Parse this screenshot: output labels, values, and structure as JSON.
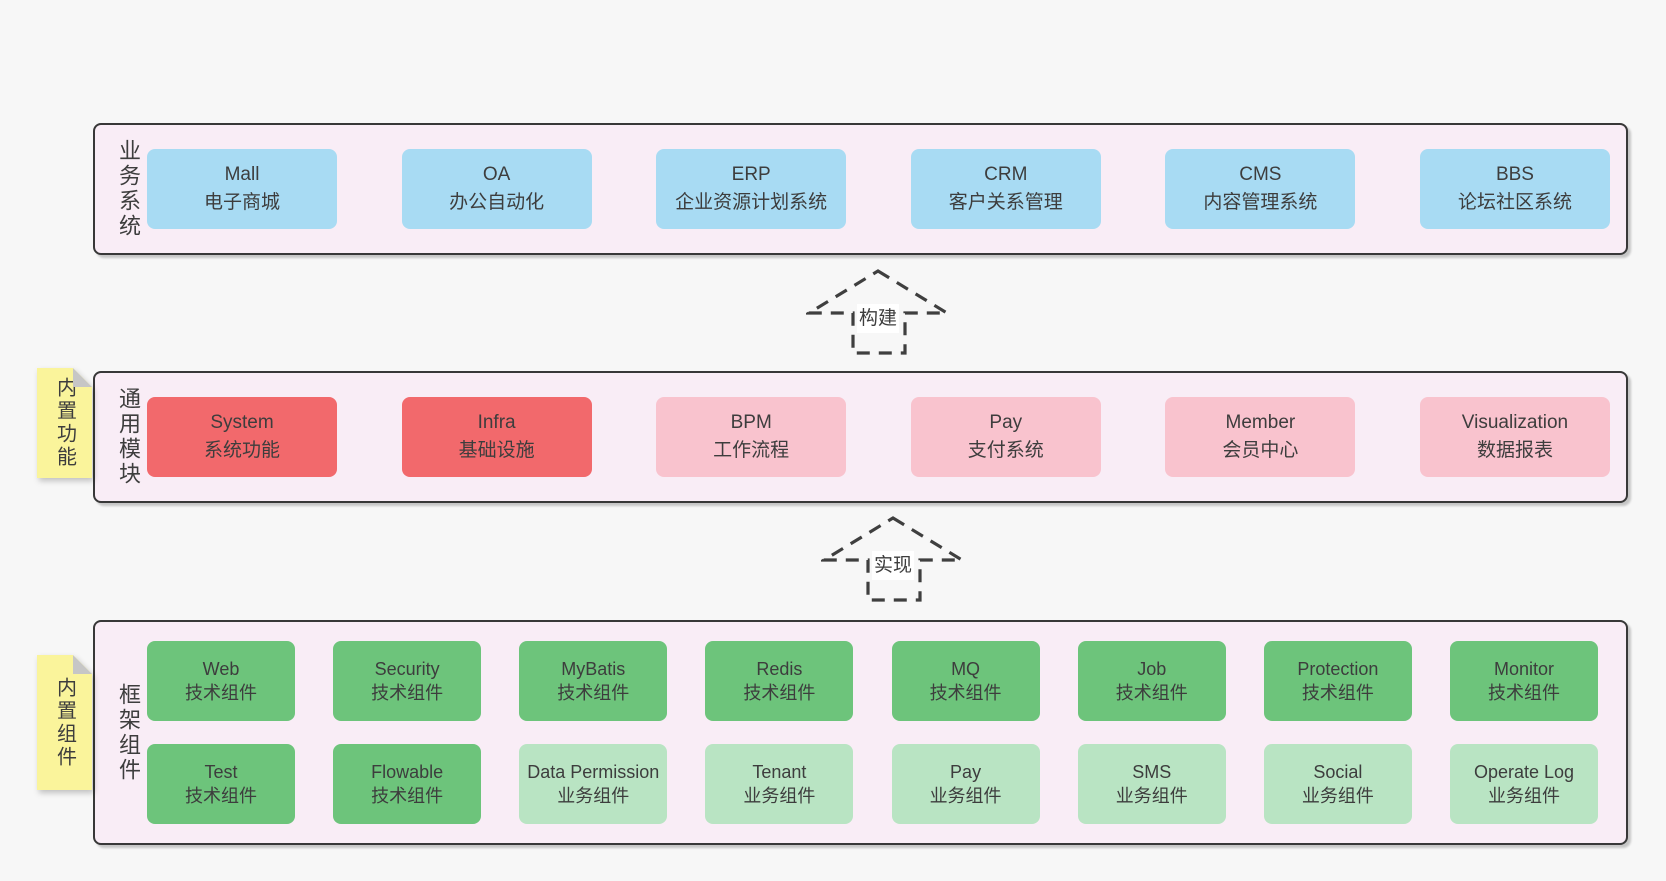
{
  "colors": {
    "pageBg": "#f7f7f7",
    "bandBg": "#f9edf6",
    "bandBorder": "#383838",
    "text": "#3d3d3d",
    "blue": "#a8dbf3",
    "red": "#f2696c",
    "pink": "#f9c3ce",
    "green": "#6dc47b",
    "lgreen": "#b9e4c3",
    "yellow": "#faf49b",
    "fold": "#c6c6c6",
    "arrow": "#3f3f3f"
  },
  "diagram": {
    "bands": [
      {
        "label": "业务系统",
        "rows": [
          [
            {
              "title": "Mall",
              "subtitle": "电子商城",
              "variant": "blue"
            },
            {
              "title": "OA",
              "subtitle": "办公自动化",
              "variant": "blue"
            },
            {
              "title": "ERP",
              "subtitle": "企业资源计划系统",
              "variant": "blue"
            },
            {
              "title": "CRM",
              "subtitle": "客户关系管理",
              "variant": "blue"
            },
            {
              "title": "CMS",
              "subtitle": "内容管理系统",
              "variant": "blue"
            },
            {
              "title": "BBS",
              "subtitle": "论坛社区系统",
              "variant": "blue"
            }
          ]
        ]
      },
      {
        "label": "通用模块",
        "note": "内置功能",
        "rows": [
          [
            {
              "title": "System",
              "subtitle": "系统功能",
              "variant": "red"
            },
            {
              "title": "Infra",
              "subtitle": "基础设施",
              "variant": "red"
            },
            {
              "title": "BPM",
              "subtitle": "工作流程",
              "variant": "pink"
            },
            {
              "title": "Pay",
              "subtitle": "支付系统",
              "variant": "pink"
            },
            {
              "title": "Member",
              "subtitle": "会员中心",
              "variant": "pink"
            },
            {
              "title": "Visualization",
              "subtitle": "数据报表",
              "variant": "pink"
            }
          ]
        ]
      },
      {
        "label": "框架组件",
        "note": "内置组件",
        "rows": [
          [
            {
              "title": "Web",
              "subtitle": "技术组件",
              "variant": "green"
            },
            {
              "title": "Security",
              "subtitle": "技术组件",
              "variant": "green"
            },
            {
              "title": "MyBatis",
              "subtitle": "技术组件",
              "variant": "green"
            },
            {
              "title": "Redis",
              "subtitle": "技术组件",
              "variant": "green"
            },
            {
              "title": "MQ",
              "subtitle": "技术组件",
              "variant": "green"
            },
            {
              "title": "Job",
              "subtitle": "技术组件",
              "variant": "green"
            },
            {
              "title": "Protection",
              "subtitle": "技术组件",
              "variant": "green"
            },
            {
              "title": "Monitor",
              "subtitle": "技术组件",
              "variant": "green"
            }
          ],
          [
            {
              "title": "Test",
              "subtitle": "技术组件",
              "variant": "green"
            },
            {
              "title": "Flowable",
              "subtitle": "技术组件",
              "variant": "green"
            },
            {
              "title": "Data Permission",
              "subtitle": "业务组件",
              "variant": "light-green"
            },
            {
              "title": "Tenant",
              "subtitle": "业务组件",
              "variant": "light-green"
            },
            {
              "title": "Pay",
              "subtitle": "业务组件",
              "variant": "light-green"
            },
            {
              "title": "SMS",
              "subtitle": "业务组件",
              "variant": "light-green"
            },
            {
              "title": "Social",
              "subtitle": "业务组件",
              "variant": "light-green"
            },
            {
              "title": "Operate Log",
              "subtitle": "业务组件",
              "variant": "light-green"
            }
          ]
        ]
      }
    ],
    "arrows": [
      {
        "label": "构建"
      },
      {
        "label": "实现"
      }
    ]
  }
}
